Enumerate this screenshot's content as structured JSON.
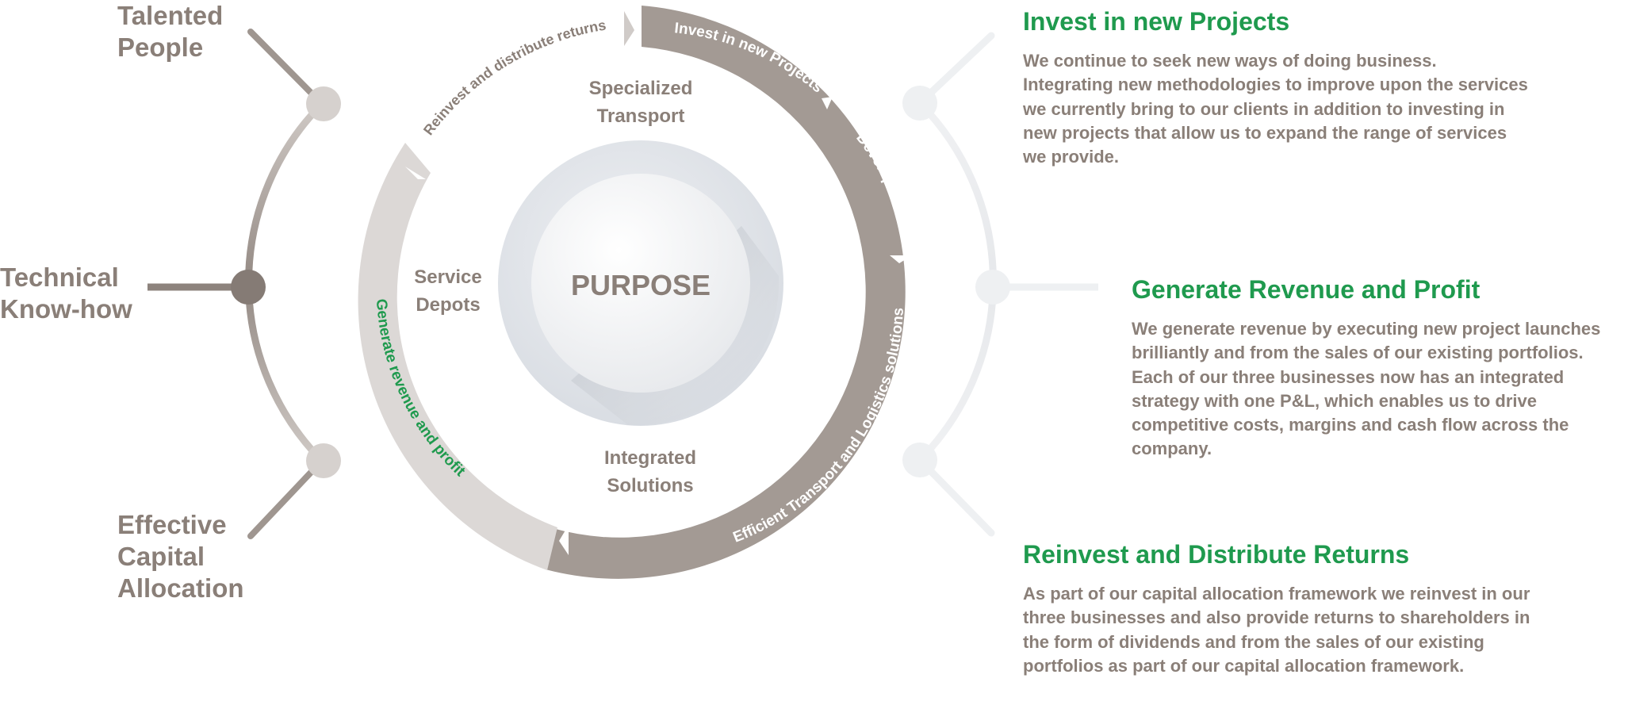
{
  "pillars": {
    "talented_people": "Talented\nPeople",
    "technical_knowhow": "Technical\nKnow-how",
    "capital_allocation": "Effective\nCapital\nAllocation"
  },
  "center": {
    "label": "PURPOSE"
  },
  "businesses": {
    "specialized_transport": "Specialized\nTransport",
    "service_depots": "Service\nDepots",
    "integrated_solutions": "Integrated\nSolutions"
  },
  "cycle_labels": {
    "invest": "Invest in new Projects",
    "development": "Development",
    "efficient": "Efficient Transport and Logistics solutions",
    "generate": "Generate revenue and profit",
    "reinvest": "Reinvest and distribute returns"
  },
  "sections": [
    {
      "title": "Invest in new Projects",
      "body": "We continue to seek new ways of doing business. Integrating new methodologies to improve upon the services we currently bring to our clients in addition to investing in new projects that allow us to expand the range of services we provide."
    },
    {
      "title": "Generate Revenue and Profit",
      "body": "We generate revenue by executing new project launches brilliantly and from the sales of our existing portfolios. Each of our three businesses now has an integrated strategy with one P&L, which enables us to drive competitive costs, margins and cash flow across the company."
    },
    {
      "title": "Reinvest and Distribute Returns",
      "body": "As part of our capital allocation framework we reinvest in our three businesses and also provide returns to shareholders in the form of dividends and from the sales of our existing portfolios as part of our capital allocation framework."
    }
  ],
  "colors": {
    "brand_green": "#1f9a4e",
    "text_taupe": "#8a7f78",
    "arc_dark": "#a39a94",
    "arc_light": "#dcd8d6"
  }
}
